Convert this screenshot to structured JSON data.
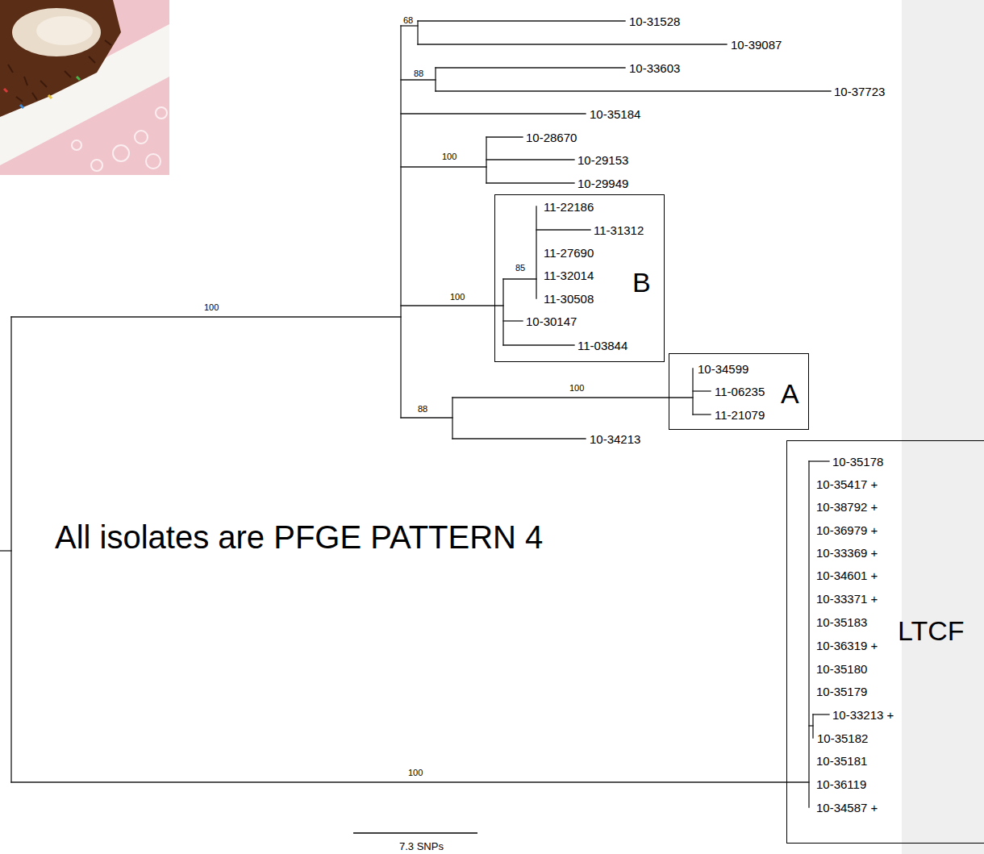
{
  "diagram": {
    "nodes": [
      {
        "text": [
          "11-22186",
          "11-31312",
          "11-27690",
          "11-32014",
          "11-30508",
          "10-30147",
          "11-03844",
          "85",
          "B"
        ]
      },
      {
        "text": [
          "10-34599",
          "11-06235",
          "11-21079",
          "A"
        ]
      },
      {
        "text": [
          "10-35178",
          "10-35417 +",
          "10-38792 +",
          "10-36979 +",
          "10-33369 +",
          "10-34601 +",
          "10-33371 +",
          "10-35183",
          "10-36319 +",
          "10-35180",
          "10-35179",
          "10-33213 +",
          "10-35182",
          "10-35181",
          "10-36119",
          "10-34587 +",
          "LTCF"
        ]
      }
    ],
    "edges": [],
    "labels": [
      "68",
      "10-31528",
      "10-39087",
      "88",
      "10-33603",
      "10-37723",
      "10-35184",
      "100",
      "10-28670",
      "10-29153",
      "10-29949",
      "100",
      "100",
      "88",
      "10-34213",
      "100",
      "All isolates are PFGE PATTERN 4",
      "100",
      "7.3 SNPs"
    ]
  }
}
